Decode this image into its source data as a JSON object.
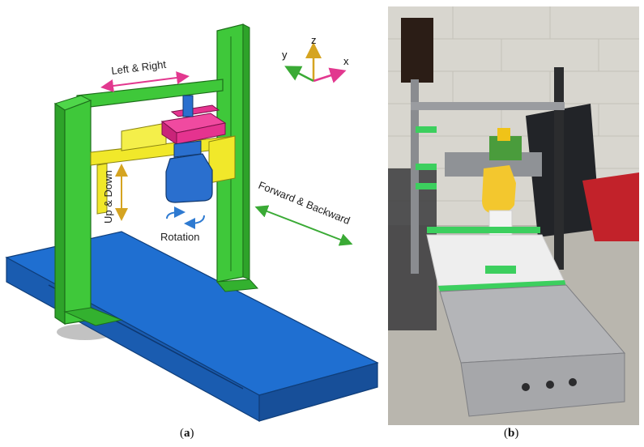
{
  "panel_a": {
    "axes": {
      "x": "x",
      "y": "y",
      "z": "z"
    },
    "labels": {
      "left_right": "Left & Right",
      "up_down": "Up & Down",
      "rotation": "Rotation",
      "forward_backward": "Forward & Backward"
    },
    "colors": {
      "base": "#1f6fd1",
      "frame": "#3fc83a",
      "carriage_yellow": "#f1e82a",
      "carriage_magenta": "#e5338f",
      "nozzle": "#2a6fce",
      "arrow_magenta": "#e2388f",
      "arrow_gold": "#d5a421",
      "arrow_green": "#3aaa35",
      "arrow_blue": "#2e7ad1"
    }
  },
  "captions": {
    "a": "a",
    "b": "b"
  }
}
